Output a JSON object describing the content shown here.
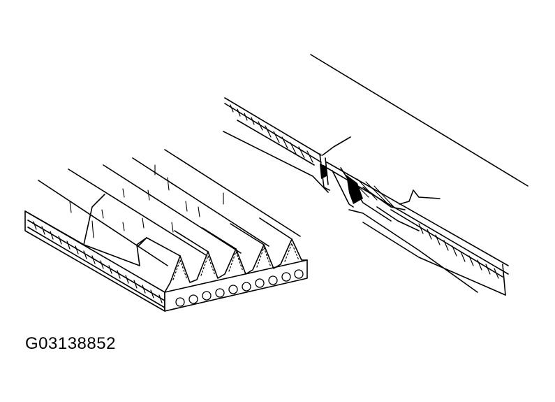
{
  "figure_id": "G03138852",
  "panels": [
    {
      "name": "new-belt",
      "description_visible": false
    },
    {
      "name": "damaged-belt",
      "description_visible": false
    }
  ],
  "colors": {
    "ink": "#000000",
    "paper": "#ffffff"
  }
}
